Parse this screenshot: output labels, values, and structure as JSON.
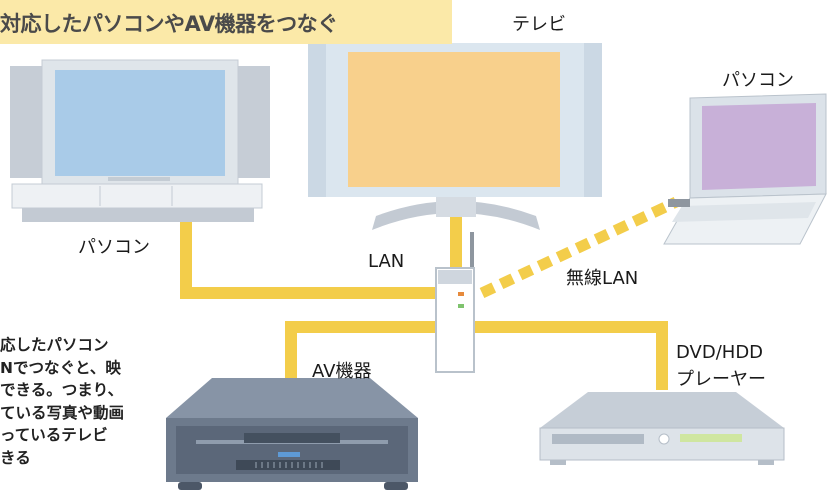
{
  "title": "対応したパソコンやAV機器をつなぐ",
  "labels": {
    "tv": "テレビ",
    "pc_left": "パソコン",
    "pc_right": "パソコン",
    "lan": "LAN",
    "wireless_lan": "無線LAN",
    "av_device": "AV機器",
    "dvd_line1": "DVD/HDD",
    "dvd_line2": "プレーヤー"
  },
  "note_lines": [
    "応したパソコン",
    "Nでつなぐと、映",
    "できる。つまり、",
    "ている写真や動画",
    "っているテレビ",
    "きる"
  ],
  "colors": {
    "cable": "#f3cd4a",
    "title_banner": "#fbe9a8",
    "tv_screen": "#f8d08c",
    "left_pc_screen": "#a9cbe8",
    "laptop_screen": "#c8b0d8",
    "device_gray": "#b5bec8"
  }
}
